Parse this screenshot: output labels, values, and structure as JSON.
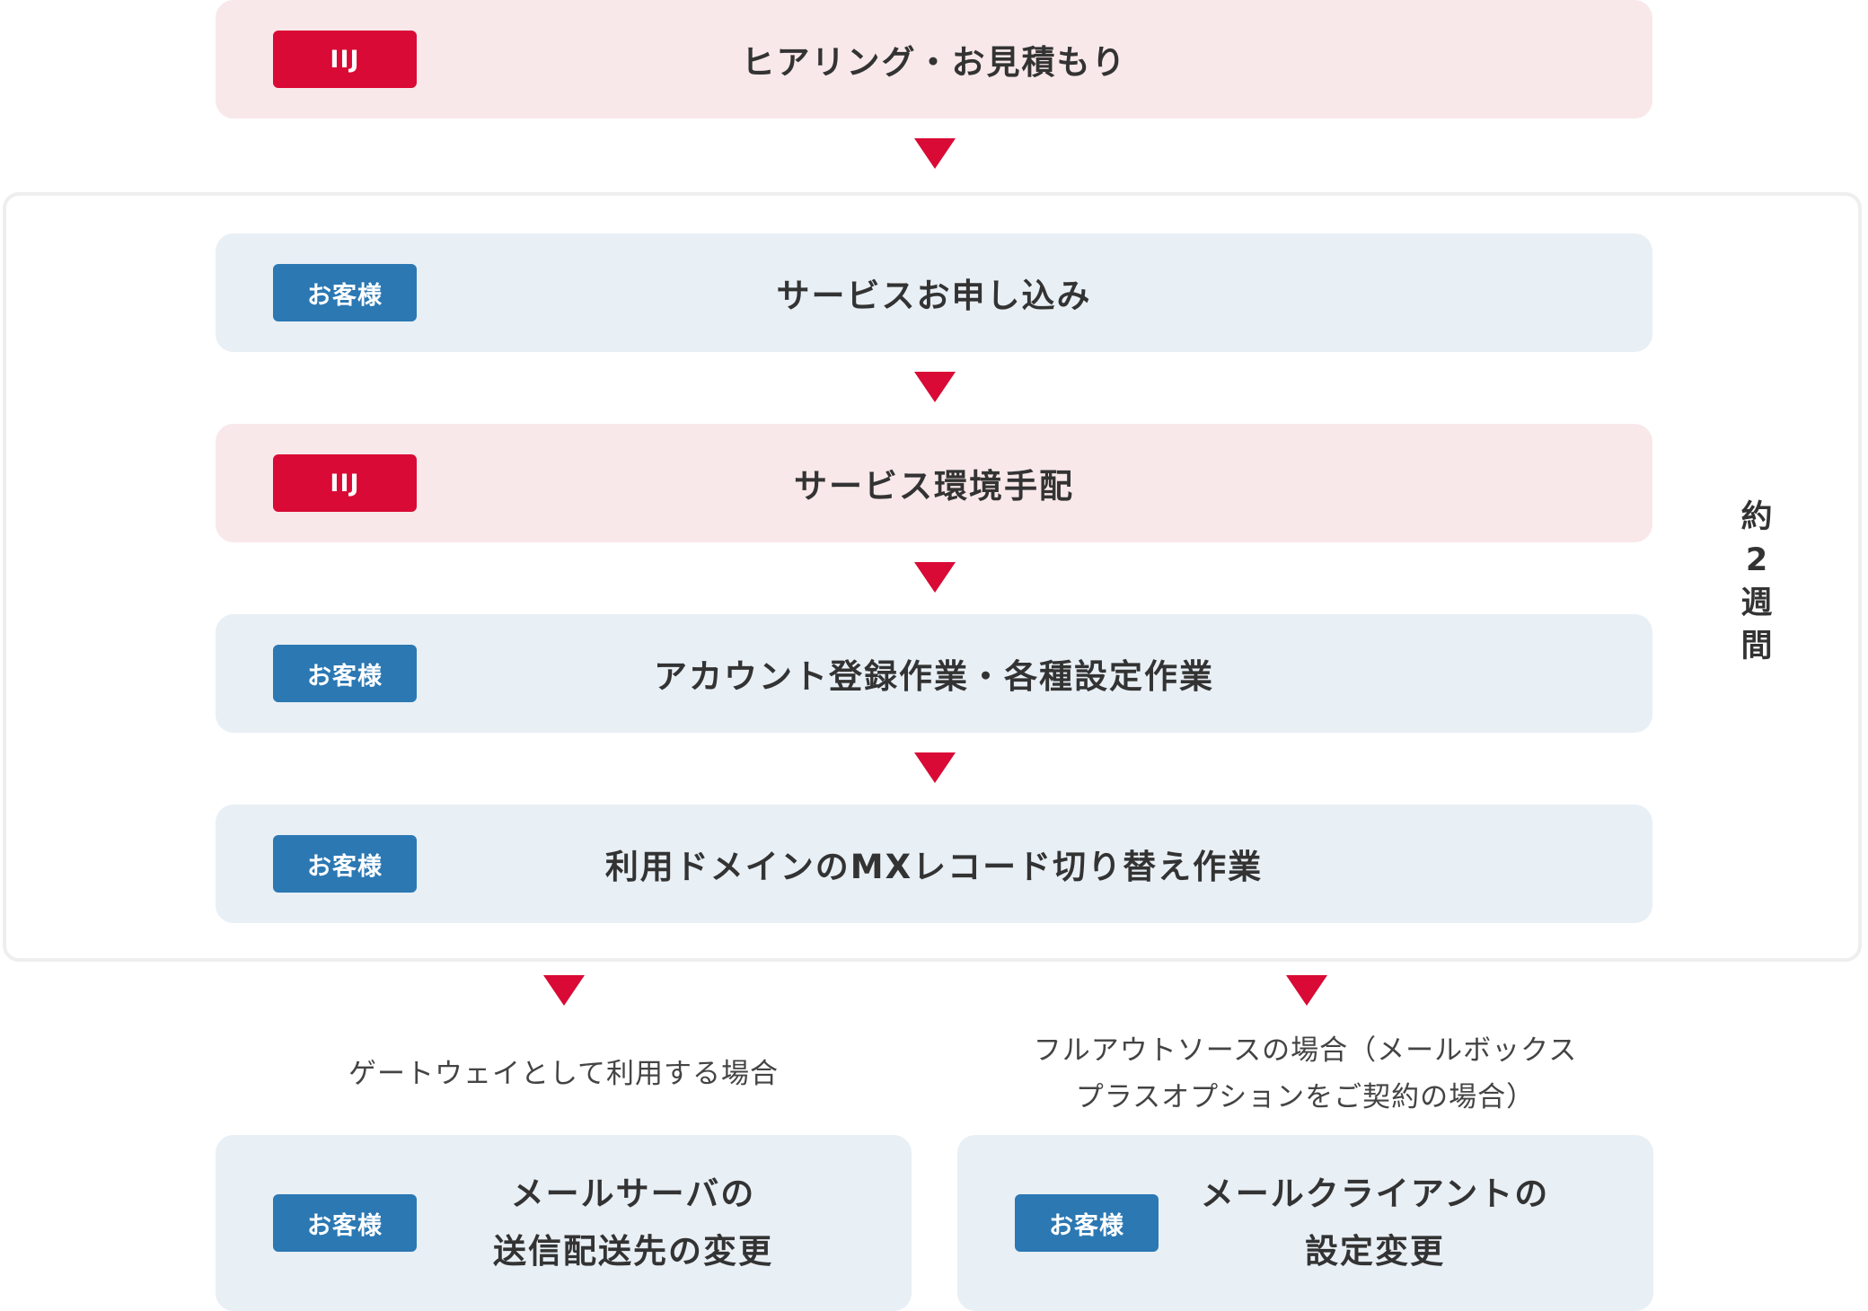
{
  "steps": [
    {
      "actor": "IIJ",
      "title": "ヒアリング・お見積もり"
    },
    {
      "actor": "お客様",
      "title": "サービスお申し込み"
    },
    {
      "actor": "IIJ",
      "title": "サービス環境手配"
    },
    {
      "actor": "お客様",
      "title": "アカウント登録作業・各種設定作業"
    },
    {
      "actor": "お客様",
      "title": "利用ドメインのMXレコード切り替え作業"
    }
  ],
  "duration": {
    "chars": [
      "約",
      "2",
      "週",
      "間"
    ]
  },
  "branches": [
    {
      "condition_lines": [
        "ゲートウェイとして利用する場合"
      ],
      "actor": "お客様",
      "title_lines": [
        "メールサーバの",
        "送信配送先の変更"
      ]
    },
    {
      "condition_lines": [
        "フルアウトソースの場合（メールボックス",
        "プラスオプションをご契約の場合）"
      ],
      "actor": "お客様",
      "title_lines": [
        "メールクライアントの",
        "設定変更"
      ]
    }
  ],
  "colors": {
    "iij_badge": "#d90a35",
    "customer_badge": "#2b78b3",
    "iij_step_bg": "#f8e8ea",
    "customer_step_bg": "#e8eff5",
    "arrow": "#d90a35"
  }
}
